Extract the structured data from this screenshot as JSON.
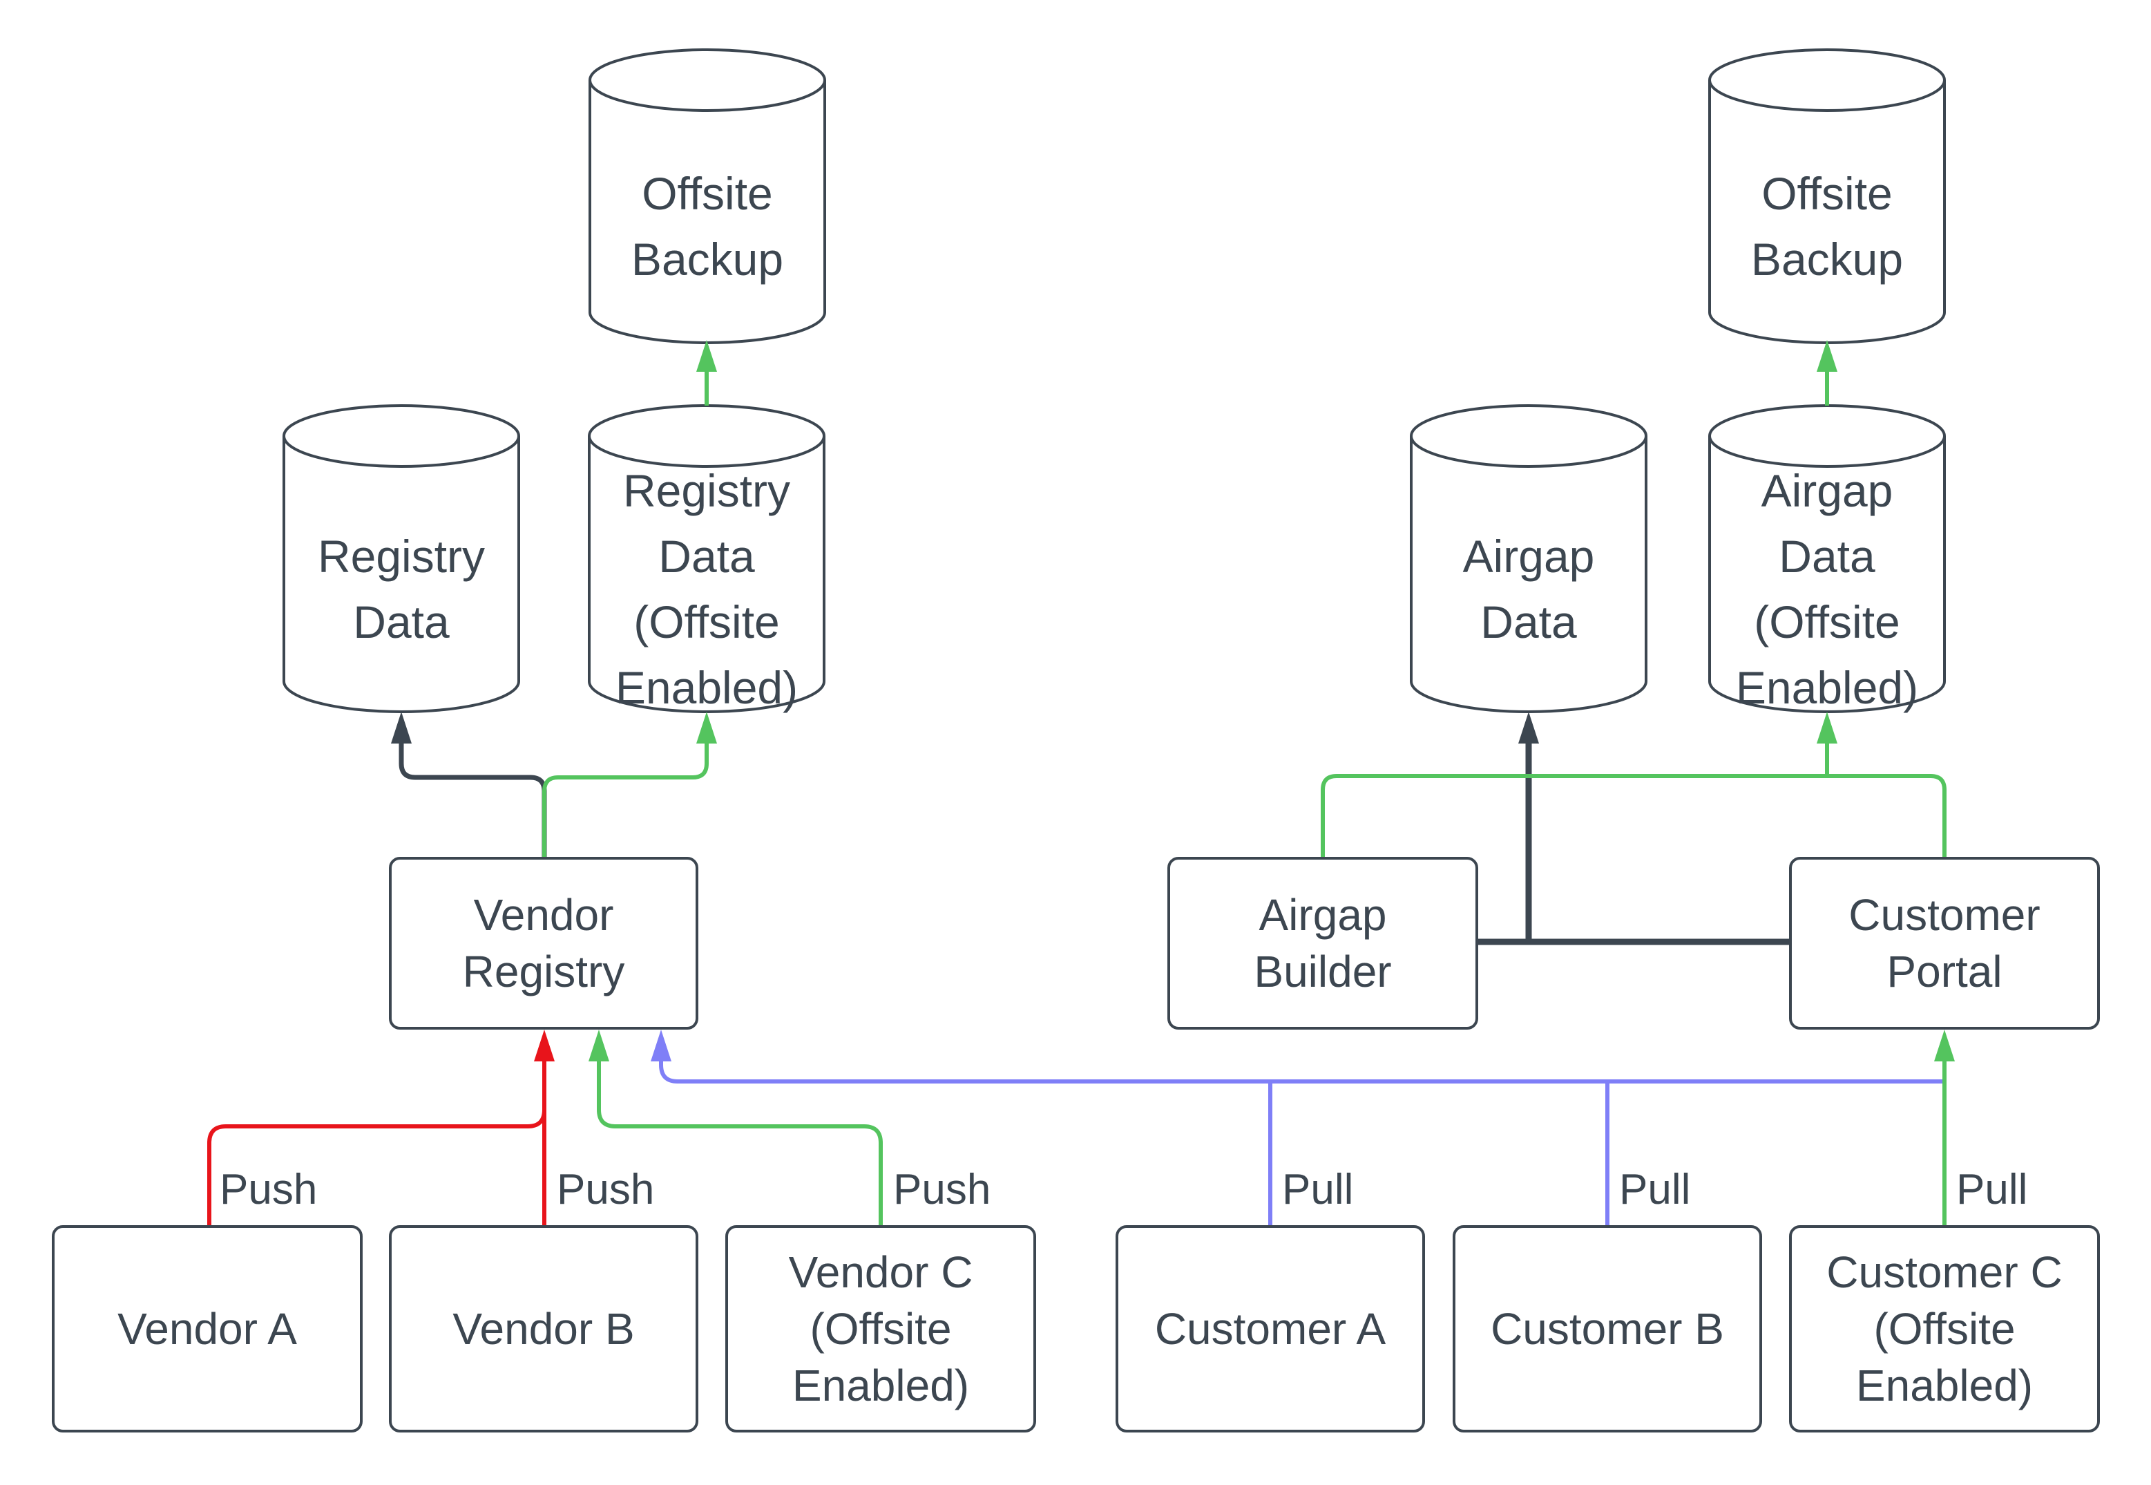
{
  "diagram": {
    "title": "Registry / Airgap data flow diagram",
    "colors": {
      "node_stroke": "#3c4650",
      "text": "#3c4650",
      "push_red": "#e8141b",
      "offsite_green": "#54c45e",
      "pull_blue": "#7f7ff7",
      "background": "#ffffff"
    },
    "nodes": {
      "offsite_backup_left": {
        "label": "Offsite\nBackup",
        "shape": "cylinder"
      },
      "registry_data": {
        "label": "Registry\nData",
        "shape": "cylinder"
      },
      "registry_data_offsite": {
        "label": "Registry\nData\n(Offsite\nEnabled)",
        "shape": "cylinder"
      },
      "vendor_registry": {
        "label": "Vendor\nRegistry",
        "shape": "box"
      },
      "vendor_a": {
        "label": "Vendor A",
        "shape": "box"
      },
      "vendor_b": {
        "label": "Vendor B",
        "shape": "box"
      },
      "vendor_c": {
        "label": "Vendor C\n(Offsite\nEnabled)",
        "shape": "box"
      },
      "airgap_data": {
        "label": "Airgap\nData",
        "shape": "cylinder"
      },
      "offsite_backup_right": {
        "label": "Offsite\nBackup",
        "shape": "cylinder"
      },
      "airgap_data_offsite": {
        "label": "Airgap\nData\n(Offsite\nEnabled)",
        "shape": "cylinder"
      },
      "airgap_builder": {
        "label": "Airgap\nBuilder",
        "shape": "box"
      },
      "customer_portal": {
        "label": "Customer\nPortal",
        "shape": "box"
      },
      "customer_a": {
        "label": "Customer A",
        "shape": "box"
      },
      "customer_b": {
        "label": "Customer B",
        "shape": "box"
      },
      "customer_c": {
        "label": "Customer C\n(Offsite\nEnabled)",
        "shape": "box"
      }
    },
    "edge_labels": {
      "push_vendor_a": "Push",
      "push_vendor_b": "Push",
      "push_vendor_c": "Push",
      "pull_customer_a": "Pull",
      "pull_customer_b": "Pull",
      "pull_customer_c": "Pull"
    }
  }
}
